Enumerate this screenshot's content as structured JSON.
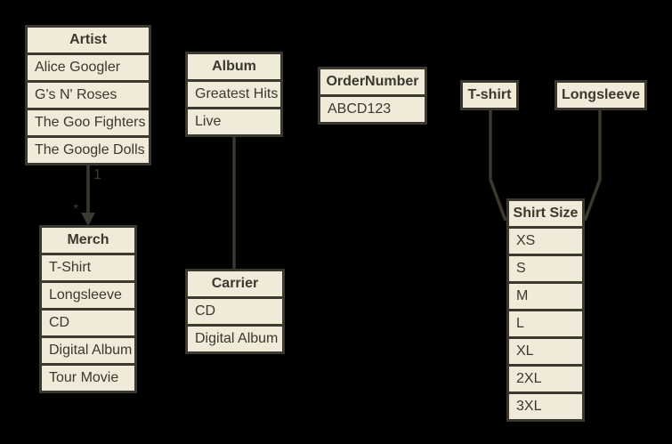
{
  "diagram": {
    "colors": {
      "background": "#000000",
      "box_fill": "#f0ead8",
      "line": "#3b382f",
      "text": "#3b382f"
    },
    "entities": [
      {
        "title": "Artist",
        "rows": [
          "Alice Googler",
          "G's N' Roses",
          "The Goo Fighters",
          "The Google Dolls"
        ]
      },
      {
        "title": "Merch",
        "rows": [
          "T-Shirt",
          "Longsleeve",
          "CD",
          "Digital Album",
          "Tour Movie"
        ]
      },
      {
        "title": "Album",
        "rows": [
          "Greatest Hits",
          "Live"
        ]
      },
      {
        "title": "Carrier",
        "rows": [
          "CD",
          "Digital Album"
        ]
      },
      {
        "title": "OrderNumber",
        "rows": [
          "ABCD123"
        ]
      },
      {
        "title": "T-shirt",
        "rows": []
      },
      {
        "title": "Longsleeve",
        "rows": []
      },
      {
        "title": "Shirt Size",
        "rows": [
          "XS",
          "S",
          "M",
          "L",
          "XL",
          "2XL",
          "3XL"
        ]
      }
    ],
    "connections": [
      {
        "from": "Artist",
        "to": "Merch",
        "style": "arrow",
        "source_label": "1",
        "target_label": "*"
      },
      {
        "from": "Album",
        "to": "Carrier",
        "style": "line"
      },
      {
        "from": "T-shirt",
        "to": "Shirt Size",
        "style": "line"
      },
      {
        "from": "Longsleeve",
        "to": "Shirt Size",
        "style": "line"
      }
    ]
  }
}
